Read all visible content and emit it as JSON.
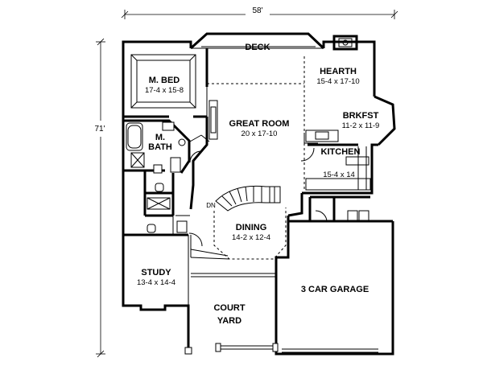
{
  "plan": {
    "overall_width": "58'",
    "overall_depth": "71'",
    "stair_label": "DN"
  },
  "rooms": {
    "deck": {
      "name": "DECK"
    },
    "hearth": {
      "name": "HEARTH",
      "size": "15-4 x 17-10"
    },
    "master_bed": {
      "name": "M. BED",
      "size": "17-4 x 15-8"
    },
    "great_room": {
      "name": "GREAT ROOM",
      "size": "20 x 17-10"
    },
    "breakfast": {
      "name": "BRKFST",
      "size": "11-2 x 11-9"
    },
    "master_bath": {
      "name_line1": "M.",
      "name_line2": "BATH"
    },
    "kitchen": {
      "name": "KITCHEN",
      "size": "15-4 x 14"
    },
    "dining": {
      "name": "DINING",
      "size": "14-2 x 12-4"
    },
    "study": {
      "name": "STUDY",
      "size": "13-4 x 14-4"
    },
    "garage": {
      "name": "3 CAR GARAGE"
    },
    "courtyard": {
      "name_line1": "COURT",
      "name_line2": "YARD"
    }
  }
}
